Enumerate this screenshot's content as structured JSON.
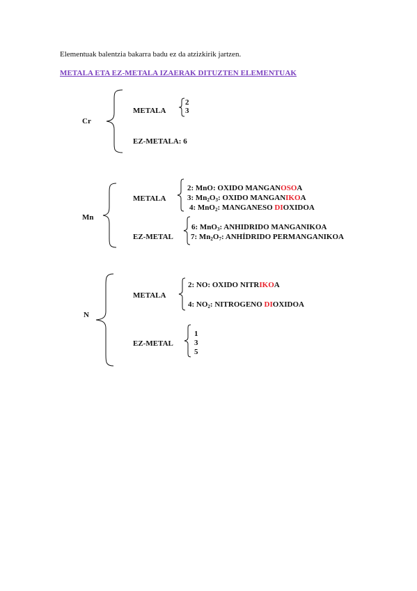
{
  "intro": "Elementuak balentzia bakarra badu ez da atzizkirik jartzen.",
  "heading": "METALA ETA EZ-METALA IZAERAK DITUZTEN ELEMENTUAK",
  "cr": {
    "symbol": "Cr",
    "metal_label": "METALA",
    "metal_values": [
      "2",
      "3"
    ],
    "nonmetal_label": "EZ-METALA: 6"
  },
  "mn": {
    "symbol": "Mn",
    "metal_label": "METALA",
    "metal_lines": [
      {
        "prefix": "2: MnO: OXIDO MANGAN",
        "highlight": "OSO",
        "suffix": "A"
      },
      {
        "prefix": "3:  Mn",
        "sub1": "2",
        "mid": "O",
        "sub2": "3",
        "rest": ": OXIDO MANGAN",
        "highlight": "IKO",
        "suffix": "A"
      },
      {
        "prefix": "4: MnO",
        "sub1": "2",
        "rest": ": MANGANESO ",
        "highlight": "DI",
        "suffix": "OXIDOA"
      }
    ],
    "nonmetal_label": "EZ-METAL",
    "nonmetal_lines": [
      {
        "prefix": "6: MnO",
        "sub1": "3",
        "rest": ": ANHIDRIDO MANGANIKOA"
      },
      {
        "prefix": "7: Mn",
        "sub1": "2",
        "mid": "O",
        "sub2": "7",
        "rest": ": ANHÍDRIDO PERMANGANIKOA"
      }
    ]
  },
  "n": {
    "symbol": "N",
    "metal_label": "METALA",
    "metal_lines": [
      {
        "prefix": "2: NO: OXIDO NITR",
        "highlight": "IKO",
        "suffix": "A"
      },
      {
        "prefix": "4: NO",
        "sub1": "2",
        "rest": ": NITROGENO ",
        "highlight": "DI",
        "suffix": "OXIDOA"
      }
    ],
    "nonmetal_label": "EZ-METAL",
    "nonmetal_values": [
      "1",
      "3",
      "5"
    ]
  }
}
